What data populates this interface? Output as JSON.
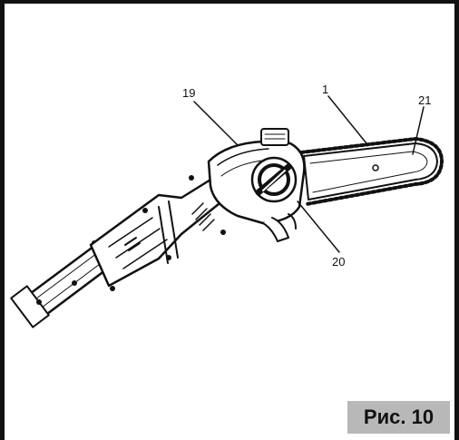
{
  "figure": {
    "callouts": {
      "c19": "19",
      "c1": "1",
      "c21": "21",
      "c20": "20"
    },
    "caption": "Рис. 10",
    "illustration_icon": "pole-chainsaw-icon"
  },
  "colors": {
    "ink": "#111111",
    "caption_bg": "#b8b8b8",
    "paper": "#ffffff"
  }
}
